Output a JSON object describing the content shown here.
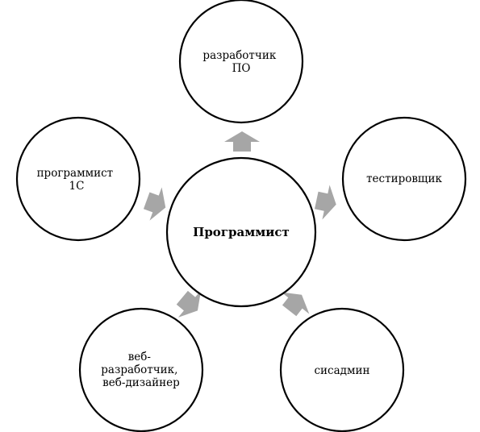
{
  "center": {
    "label": "Программист"
  },
  "nodes": [
    {
      "id": "software-developer",
      "lines": [
        "разработчик",
        "ПО"
      ]
    },
    {
      "id": "tester",
      "lines": [
        "тестировщик"
      ]
    },
    {
      "id": "sysadmin",
      "lines": [
        "сисадмин"
      ]
    },
    {
      "id": "web-developer",
      "lines": [
        "веб-",
        "разработчик,",
        "веб-дизайнер"
      ]
    },
    {
      "id": "1c-programmer",
      "lines": [
        "программист",
        "1С"
      ]
    }
  ],
  "colors": {
    "arrow": "#a6a6a6",
    "stroke": "#000000",
    "background": "#ffffff"
  }
}
